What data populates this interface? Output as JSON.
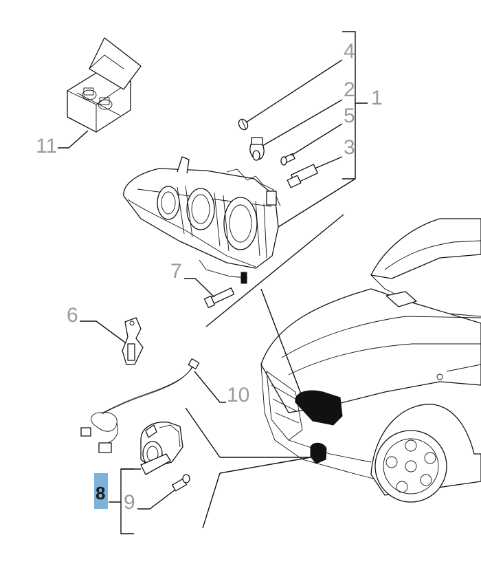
{
  "callouts": {
    "c1": "1",
    "c2": "2",
    "c3": "3",
    "c4": "4",
    "c5": "5",
    "c6": "6",
    "c7": "7",
    "c8": "8",
    "c9": "9",
    "c10": "10",
    "c11": "11"
  },
  "colors": {
    "label_gray": "#9a9a9a",
    "highlight_blue": "#7fb2d9",
    "line": "#111111"
  },
  "highlighted_callout": "8"
}
